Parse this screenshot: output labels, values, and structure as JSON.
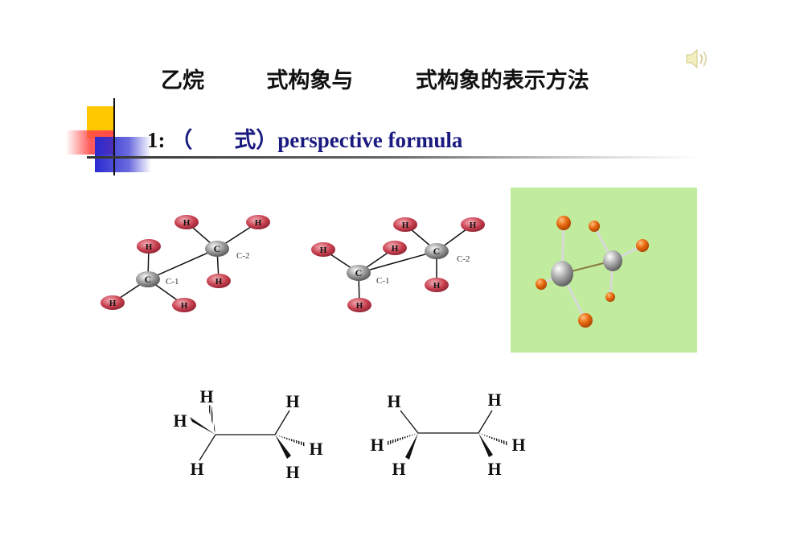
{
  "slide": {
    "title": {
      "part1": "乙烷",
      "part2": "式构象与",
      "part3": "式构象的表示方法"
    },
    "subtitle": {
      "number": "1:",
      "open_paren": "（",
      "suffix": "式）",
      "english": "perspective formula"
    }
  },
  "models": {
    "ball_stick_1": {
      "atom_h": "H",
      "atom_c": "C",
      "label_c1": "C-1",
      "label_c2": "C-2"
    },
    "ball_stick_2": {
      "atom_h": "H",
      "atom_c": "C",
      "label_c1": "C-1",
      "label_c2": "C-2"
    }
  },
  "structures": {
    "hydrogen": "H"
  },
  "colors": {
    "title_text": "#111111",
    "subtitle_text": "#1a1a80",
    "panel_bg": "#c1ec9e",
    "h_atom": "#c0394a",
    "c_atom": "#9a9a9a",
    "orange_atom": "#e06a10"
  },
  "icons": {
    "speaker": "speaker-icon"
  }
}
